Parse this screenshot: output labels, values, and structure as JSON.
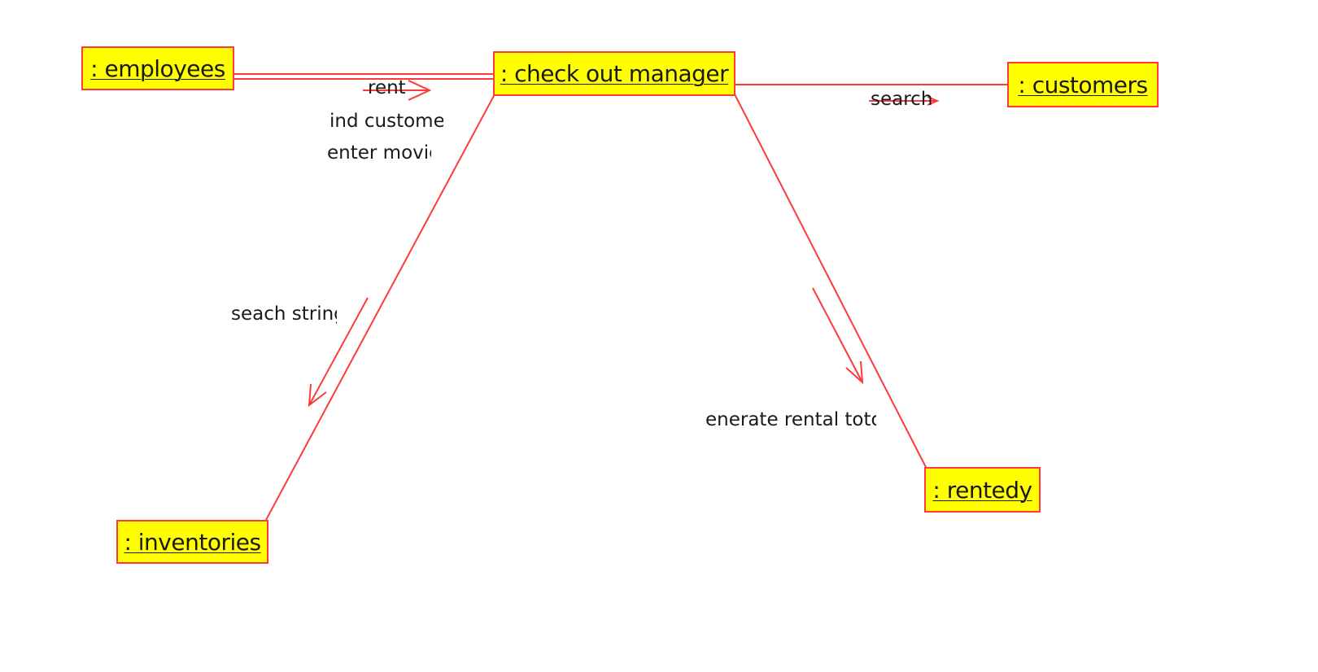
{
  "diagram": {
    "objects": {
      "employees": ": employees",
      "check_out_manager": ": check out manager",
      "customers": ": customers",
      "inventories": ": inventories",
      "rentedy": ": rentedy"
    },
    "messages": {
      "rent": "rent",
      "find_customer": "ind custome",
      "enter_movie": "enter movie",
      "search": "search",
      "search_string": "seach string",
      "generate_rental_total": "enerate rental toto"
    },
    "colors": {
      "object_fill": "#ffff00",
      "line": "#ff3a3a",
      "text": "#1a1a1a"
    }
  }
}
